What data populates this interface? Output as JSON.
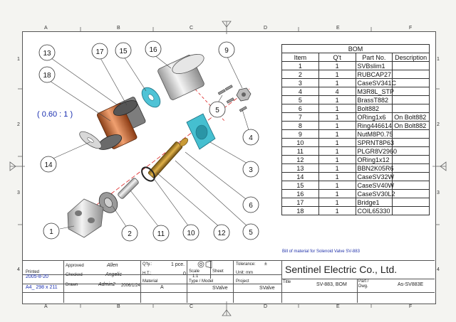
{
  "zones": {
    "columns": [
      "A",
      "B",
      "C",
      "D",
      "E",
      "F"
    ],
    "rows": [
      "1",
      "2",
      "3",
      "4"
    ]
  },
  "scale_note": "( 0.60 : 1 )",
  "balloons": [
    "13",
    "17",
    "15",
    "16",
    "9",
    "18",
    "5",
    "4",
    "14",
    "3",
    "6",
    "1",
    "2",
    "11",
    "10",
    "12",
    "5"
  ],
  "bom": {
    "title": "BOM",
    "headers": [
      "Item",
      "Q't",
      "Part No.",
      "Description"
    ],
    "rows": [
      [
        "1",
        "1",
        "SVBslim1",
        ""
      ],
      [
        "2",
        "1",
        "RUBCAP27",
        ""
      ],
      [
        "3",
        "1",
        "CaseSV341C",
        ""
      ],
      [
        "4",
        "4",
        "M3R8L_STP",
        ""
      ],
      [
        "5",
        "1",
        "BrassT882",
        ""
      ],
      [
        "6",
        "1",
        "Bolt882",
        ""
      ],
      [
        "7",
        "1",
        "ORing1x6",
        "On Bolt882"
      ],
      [
        "8",
        "1",
        "Ring446614",
        "On Bolt882"
      ],
      [
        "9",
        "1",
        "NutM8P0.75",
        ""
      ],
      [
        "10",
        "1",
        "SPRNT8P63",
        ""
      ],
      [
        "11",
        "1",
        "PLGR8V2960",
        ""
      ],
      [
        "12",
        "1",
        "ORing1x12",
        ""
      ],
      [
        "13",
        "1",
        "BBN2K05R6",
        ""
      ],
      [
        "14",
        "1",
        "CaseSV32W",
        ""
      ],
      [
        "15",
        "1",
        "CaseSV40W",
        ""
      ],
      [
        "16",
        "1",
        "CaseSV30L2",
        ""
      ],
      [
        "17",
        "1",
        "Bridge1",
        ""
      ],
      [
        "18",
        "1",
        "COIL65330",
        ""
      ]
    ],
    "note": "Bill of material for Solenoid Valve SV-883"
  },
  "title_block": {
    "printed_label": "Printed",
    "printed_date": "2005-8-20",
    "sheet_size": "A4_ 298 x 211",
    "approved_label": "Approved",
    "approved_sig": "Allen",
    "checked_label": "Checked",
    "checked_sig": "Angelic",
    "drawn_label": "Drawn",
    "drawn_sig": "Admin2",
    "drawn_date": "2006/1/24",
    "qty_label": "Q'ty.:",
    "qty_value": "1 pce.",
    "ht_label": "H.T.:",
    "ht_value": "0",
    "material_label": "Material",
    "material_value": "A",
    "scale_label": "Scale",
    "scale_value": "1:1",
    "sheet_label": "Sheet",
    "type_label": "Type / Model",
    "type_value": "SValve",
    "project_label": "Project",
    "project_value": "SValve",
    "tolerance_label": "Tolerance:",
    "tolerance_value": "±",
    "unit_label": "Unit: mm",
    "company": "Sentinel Electric Co., Ltd.",
    "title_label": "Title",
    "title_value": "SV-883, BOM",
    "part_label": "Part /",
    "dwg_label": "Dwg.",
    "part_value": "As-SV883E"
  }
}
